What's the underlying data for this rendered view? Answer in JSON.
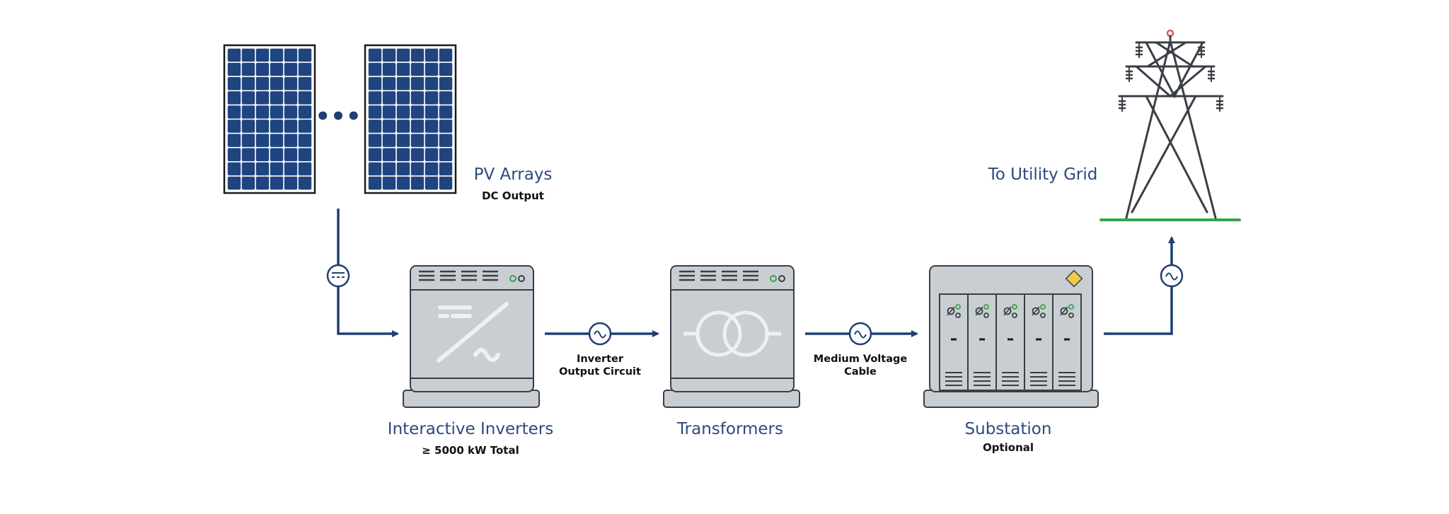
{
  "colors": {
    "navy": "#1f3f73",
    "panel_fill": "#1f4480",
    "equipment_gray": "#c9ced3",
    "equipment_stroke": "#3a3f45",
    "ground_green": "#3aa24a",
    "warning_yellow": "#f2c94c",
    "indicator_green": "#3aa24a",
    "beacon_red": "#e05a5a",
    "tower_dark": "#3a3f45"
  },
  "pv": {
    "title": "PV Arrays",
    "subtitle": "DC Output",
    "ellipsis": "•••"
  },
  "inverters": {
    "title": "Interactive Inverters",
    "subtitle": "≥ 5000 kW Total"
  },
  "transformers": {
    "title": "Transformers"
  },
  "substation": {
    "title": "Substation",
    "subtitle": "Optional"
  },
  "grid": {
    "title": "To Utility Grid"
  },
  "connections": {
    "inverter_output": [
      "Inverter",
      "Output Circuit"
    ],
    "mv_cable": [
      "Medium Voltage",
      "Cable"
    ]
  },
  "icons": {
    "dc_symbol": "dc-symbol-icon",
    "ac_symbol": "ac-sine-icon",
    "tower": "transmission-tower-icon"
  }
}
